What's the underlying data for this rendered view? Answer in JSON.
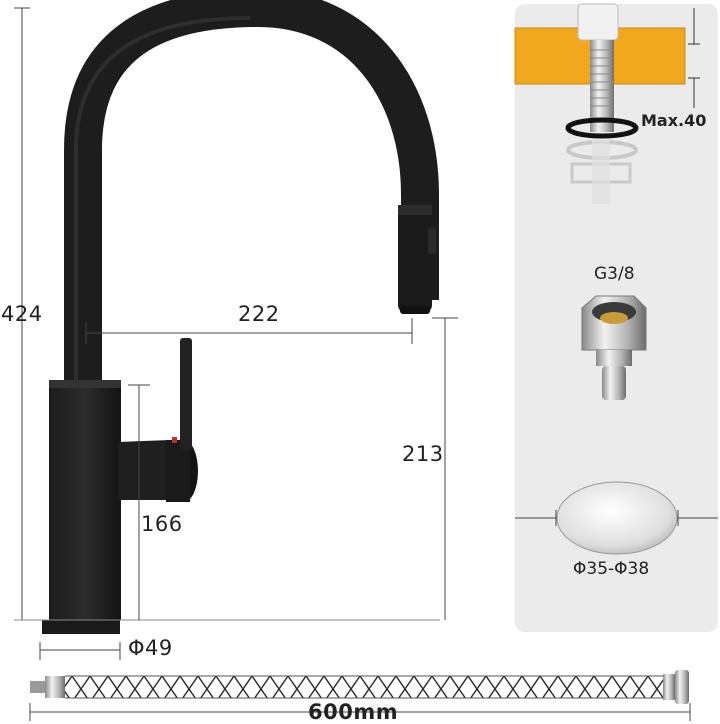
{
  "dimensions": {
    "height_total": "424",
    "spout_reach": "222",
    "spout_height": "213",
    "handle_height": "166",
    "base_diameter": "Φ49",
    "hose_length": "600mm"
  },
  "side_panel": {
    "deck_thickness": "Max.40",
    "connector_thread": "G3/8",
    "hole_diameter": "Φ35-Φ38"
  }
}
